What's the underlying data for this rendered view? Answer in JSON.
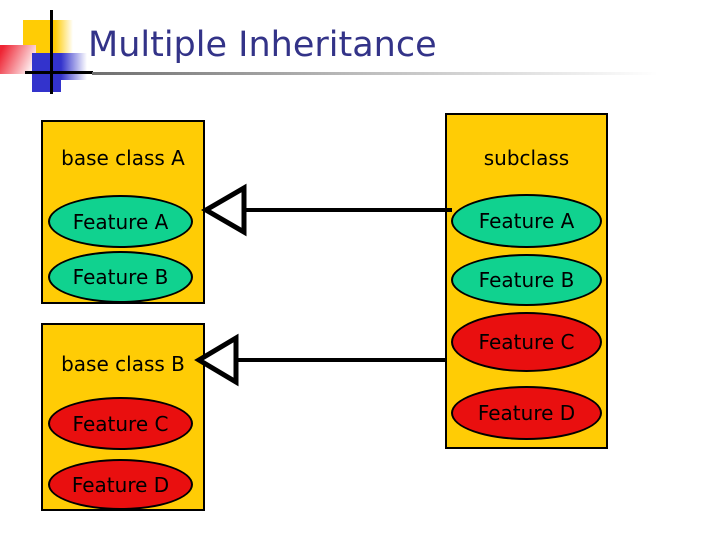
{
  "slide": {
    "title": "Multiple Inheritance"
  },
  "colors": {
    "title_text": "#333388",
    "box_fill": "#FFCC05",
    "green_feature": "#10D28F",
    "red_feature": "#E90F0F",
    "outline": "#000000",
    "decoration_yellow": "#FFCC05",
    "decoration_red": "#EE2433",
    "decoration_blue": "#3333CC"
  },
  "diagram": {
    "base_class_a": {
      "label": "base class A",
      "features": [
        {
          "label": "Feature A",
          "color": "#10D28F"
        },
        {
          "label": "Feature B",
          "color": "#10D28F"
        }
      ]
    },
    "base_class_b": {
      "label": "base class B",
      "features": [
        {
          "label": "Feature C",
          "color": "#E90F0F"
        },
        {
          "label": "Feature D",
          "color": "#E90F0F"
        }
      ]
    },
    "subclass": {
      "label": "subclass",
      "features": [
        {
          "label": "Feature A",
          "color": "#10D28F"
        },
        {
          "label": "Feature B",
          "color": "#10D28F"
        },
        {
          "label": "Feature C",
          "color": "#E90F0F"
        },
        {
          "label": "Feature D",
          "color": "#E90F0F"
        }
      ]
    }
  }
}
